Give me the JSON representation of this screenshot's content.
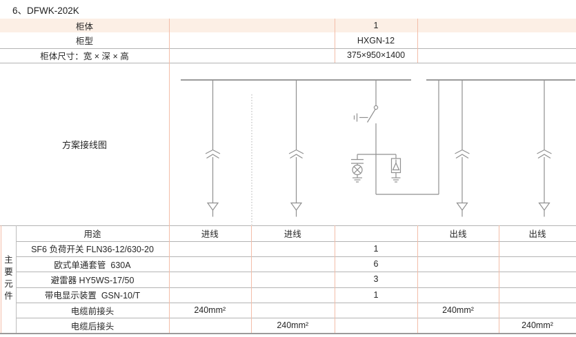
{
  "title": "6、DFWK-202K",
  "colors": {
    "row_highlight": "#fcefe5",
    "grid_pink": "#f3bda8",
    "grid_gray": "#b3b3b3",
    "diagram_stroke": "#8f8f8f",
    "text": "#262626"
  },
  "spec_table": {
    "rows": [
      {
        "label": "柜体",
        "value": "1"
      },
      {
        "label": "柜型",
        "value": "HXGN-12"
      },
      {
        "label": "柜体尺寸：宽 × 深 × 高",
        "value": "375×950×1400"
      }
    ]
  },
  "diagram": {
    "label": "方案接线图",
    "symbols": [
      "busbar",
      "separable-connector",
      "cable-terminal",
      "load-break-switch-with-earthing",
      "capacitive-voltage-indicator-lamp",
      "surge-arrester",
      "earth"
    ]
  },
  "components_table": {
    "side_label": "主要元件",
    "header": {
      "usage": "用途",
      "cols": [
        "进线",
        "进线",
        "",
        "出线",
        "出线"
      ]
    },
    "rows": [
      {
        "name": "SF6 负荷开关 FLN36-12/630-20",
        "cells": [
          "",
          "",
          "1",
          "",
          ""
        ]
      },
      {
        "name": "欧式单通套管  630A",
        "cells": [
          "",
          "",
          "6",
          "",
          ""
        ]
      },
      {
        "name": "避雷器 HY5WS-17/50",
        "cells": [
          "",
          "",
          "3",
          "",
          ""
        ]
      },
      {
        "name": "带电显示装置  GSN-10/T",
        "cells": [
          "",
          "",
          "1",
          "",
          ""
        ]
      },
      {
        "name": "电缆前接头",
        "cells": [
          "240mm²",
          "",
          "",
          "240mm²",
          ""
        ]
      },
      {
        "name": "电缆后接头",
        "cells": [
          "",
          "240mm²",
          "",
          "",
          "240mm²"
        ]
      }
    ]
  }
}
